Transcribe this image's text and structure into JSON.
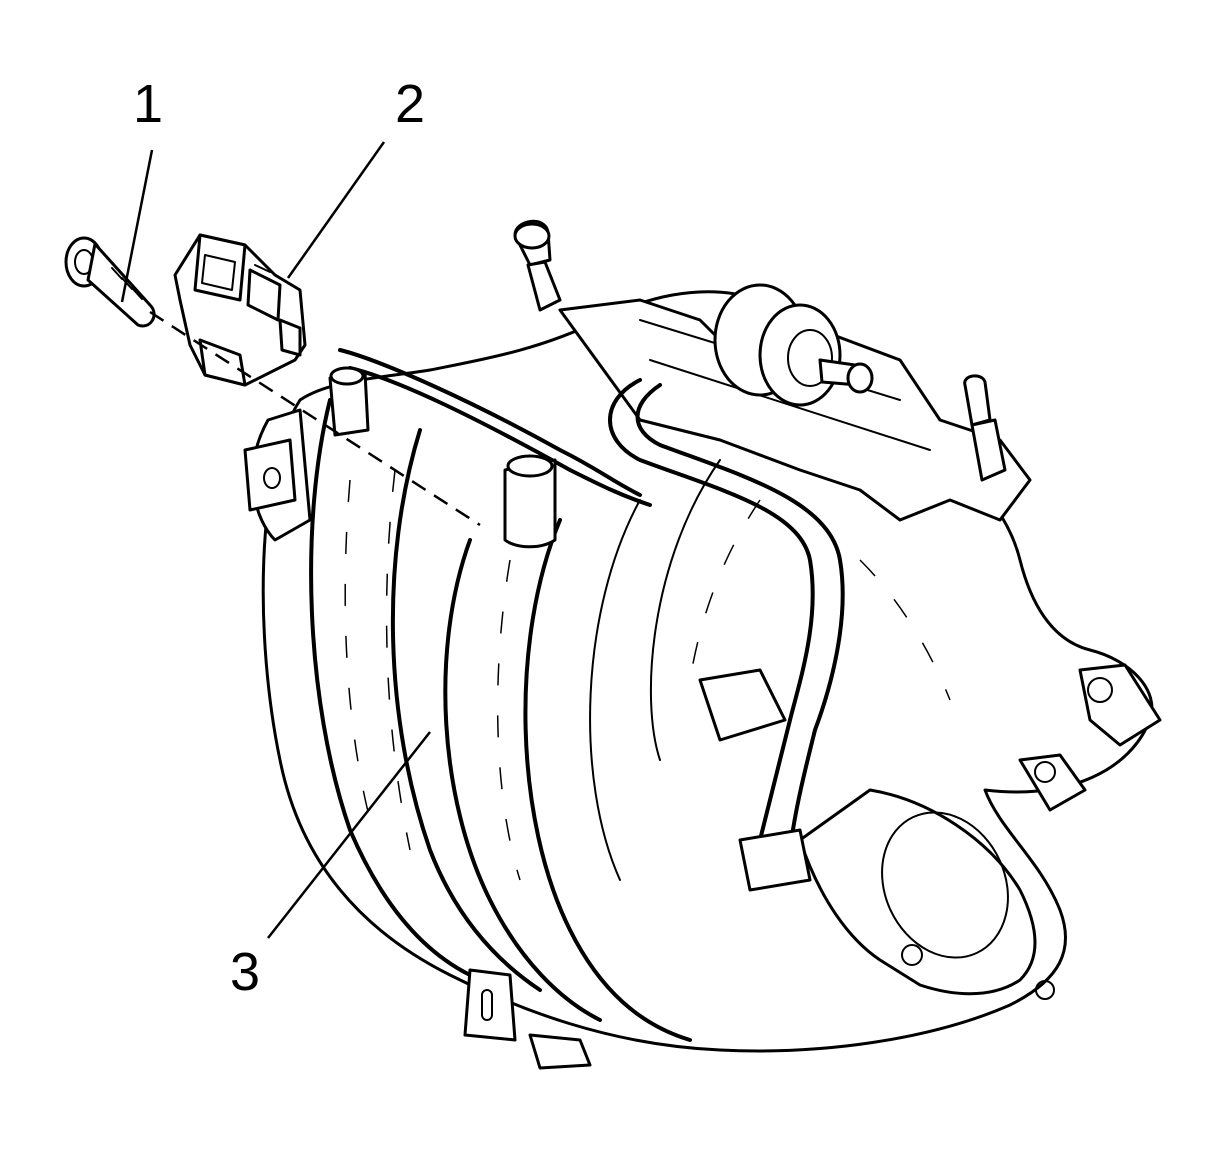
{
  "callouts": [
    {
      "id": "1",
      "label": "1",
      "part_icon": "bolt-icon"
    },
    {
      "id": "2",
      "label": "2",
      "part_icon": "sensor-icon"
    },
    {
      "id": "3",
      "label": "3",
      "part_icon": "intake-manifold-icon"
    }
  ],
  "colors": {
    "line": "#000000",
    "background": "#ffffff"
  }
}
